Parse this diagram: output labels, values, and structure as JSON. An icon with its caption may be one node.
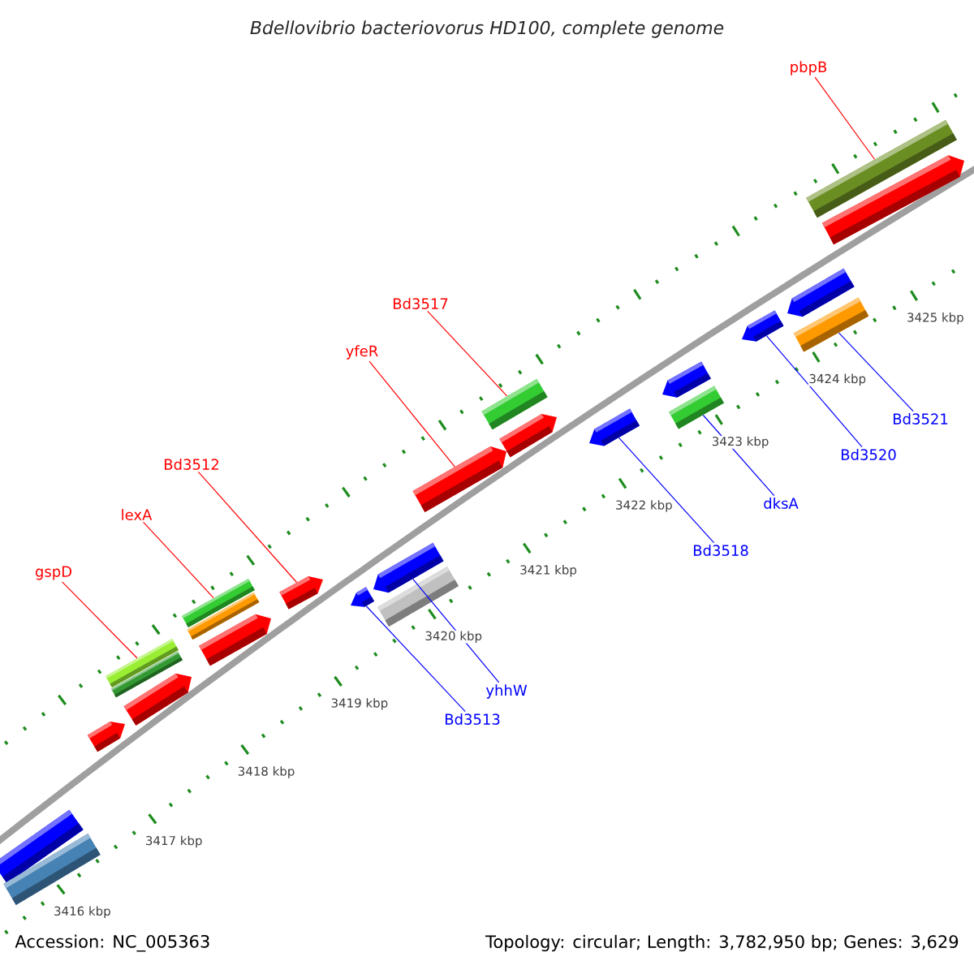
{
  "diagram": {
    "title": "Bdellovibrio bacteriovorus HD100, complete genome",
    "nodes": [
      {
        "text": [
          "pbpB"
        ]
      },
      {
        "text": [
          "Bd3517"
        ]
      },
      {
        "text": [
          "yfeR"
        ]
      },
      {
        "text": [
          "Bd3512"
        ]
      },
      {
        "text": [
          "lexA"
        ]
      },
      {
        "text": [
          "gspD"
        ]
      },
      {
        "text": [
          "Bd3521"
        ]
      },
      {
        "text": [
          "Bd3520"
        ]
      },
      {
        "text": [
          "dksA"
        ]
      },
      {
        "text": [
          "Bd3518"
        ]
      },
      {
        "text": [
          "yhhW"
        ]
      },
      {
        "text": [
          "Bd3513"
        ]
      },
      {
        "text": [],
        "shape": "bar"
      },
      {
        "text": [],
        "shape": "bar"
      },
      {
        "text": [],
        "shape": "bar"
      },
      {
        "text": [],
        "shape": "bar"
      },
      {
        "text": [],
        "shape": "pentagon"
      },
      {
        "text": [],
        "shape": "pentagon"
      },
      {
        "text": [],
        "shape": "bar"
      },
      {
        "text": [],
        "shape": "bar"
      },
      {
        "text": [],
        "shape": "pentagon"
      },
      {
        "text": [],
        "shape": "pentagon"
      },
      {
        "text": [],
        "shape": "pentagon"
      },
      {
        "text": [],
        "shape": "pentagon"
      },
      {
        "text": [],
        "shape": "bar"
      },
      {
        "text": [],
        "shape": "pentagon"
      },
      {
        "text": [],
        "shape": "bar"
      },
      {
        "text": [],
        "shape": "pentagon"
      },
      {
        "text": [],
        "shape": "pentagon"
      },
      {
        "text": [],
        "shape": "pentagon"
      },
      {
        "text": [],
        "shape": "bar"
      },
      {
        "text": [],
        "shape": "pentagon"
      },
      {
        "text": [],
        "shape": "pentagon"
      },
      {
        "text": [],
        "shape": "bar"
      },
      {
        "text": [],
        "shape": "bar"
      },
      {
        "text": [],
        "shape": "pentagon"
      }
    ],
    "edges": [
      {
        "from": 0,
        "to": 34,
        "arrow": "none",
        "color": "#ff0000"
      },
      {
        "from": 1,
        "to": 26,
        "arrow": "none",
        "color": "#ff0000"
      },
      {
        "from": 2,
        "to": 25,
        "arrow": "none",
        "color": "#ff0000"
      },
      {
        "from": 3,
        "to": 21,
        "arrow": "none",
        "color": "#ff0000"
      },
      {
        "from": 4,
        "to": 18,
        "arrow": "none",
        "color": "#ff0000"
      },
      {
        "from": 5,
        "to": 14,
        "arrow": "none",
        "color": "#ff0000"
      },
      {
        "from": 6,
        "to": 33,
        "arrow": "none",
        "color": "#0000ff"
      },
      {
        "from": 7,
        "to": 31,
        "arrow": "none",
        "color": "#0000ff"
      },
      {
        "from": 8,
        "to": 30,
        "arrow": "none",
        "color": "#0000ff"
      },
      {
        "from": 9,
        "to": 28,
        "arrow": "none",
        "color": "#0000ff"
      },
      {
        "from": 10,
        "to": 23,
        "arrow": "none",
        "color": "#0000ff"
      },
      {
        "from": 11,
        "to": 22,
        "arrow": "none",
        "color": "#0000ff"
      }
    ],
    "labels": [
      "3416 kbp",
      "3417 kbp",
      "3418 kbp",
      "3419 kbp",
      "3420 kbp",
      "3421 kbp",
      "3422 kbp",
      "3423 kbp",
      "3424 kbp",
      "3425 kbp",
      "Accession: NC_005363",
      "Topology: circular; Length: 3,782,950 bp; Genes: 3,629"
    ]
  }
}
